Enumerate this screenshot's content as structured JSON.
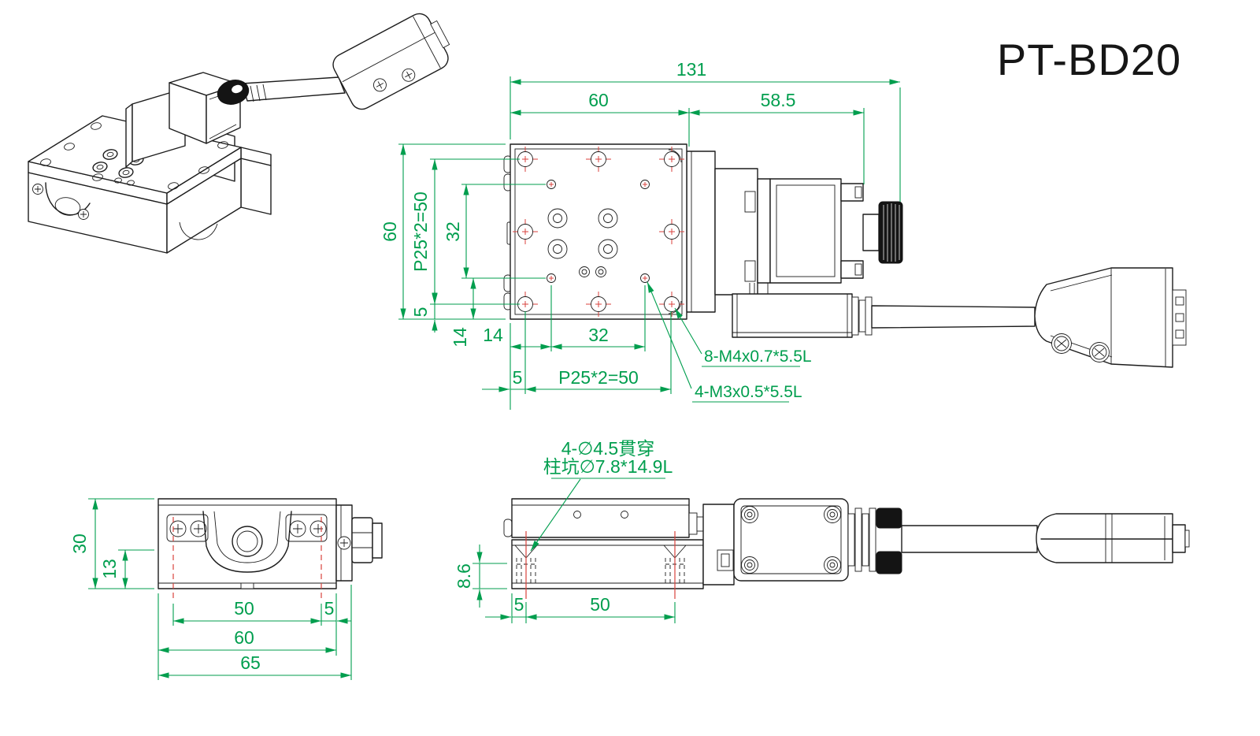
{
  "title": "PT-BD20",
  "colors": {
    "dimension_green": "#009E4E",
    "centerline_red": "#D8423C",
    "outline_black": "#1C1C1C",
    "background": "#FFFFFF"
  },
  "views": {
    "isometric": {
      "label": "isometric assembly view of motorized linear stage"
    },
    "top": {
      "dim_overall_length": "131",
      "dim_stage_width": "60",
      "dim_motor_section": "58.5",
      "dim_stage_depth": "60",
      "dim_pitch_vertical": "P25*2=50",
      "dim_m3_span_vertical": "32",
      "dim_edge_offset_vertical": "5",
      "dim_m3_edge_vertical": "14",
      "dim_m3_edge_horizontal": "14",
      "dim_m3_span_horizontal": "32",
      "dim_edge_offset_horizontal": "5",
      "dim_pitch_horizontal": "P25*2=50",
      "callout_m4_thread": "8-M4x0.7*5.5L",
      "callout_m3_thread": "4-M3x0.5*5.5L"
    },
    "front": {
      "dim_overall_height": "30",
      "dim_base_height": "13",
      "dim_hole_span": "50",
      "dim_hole_edge": "5",
      "dim_body_width": "60",
      "dim_overall_width": "65"
    },
    "side": {
      "callout_counterbore_line1": "4-∅4.5貫穿",
      "callout_counterbore_line2": "柱坑∅7.8*14.9L",
      "dim_base_thickness": "8.6",
      "dim_hole_edge": "5",
      "dim_hole_span": "50"
    }
  }
}
